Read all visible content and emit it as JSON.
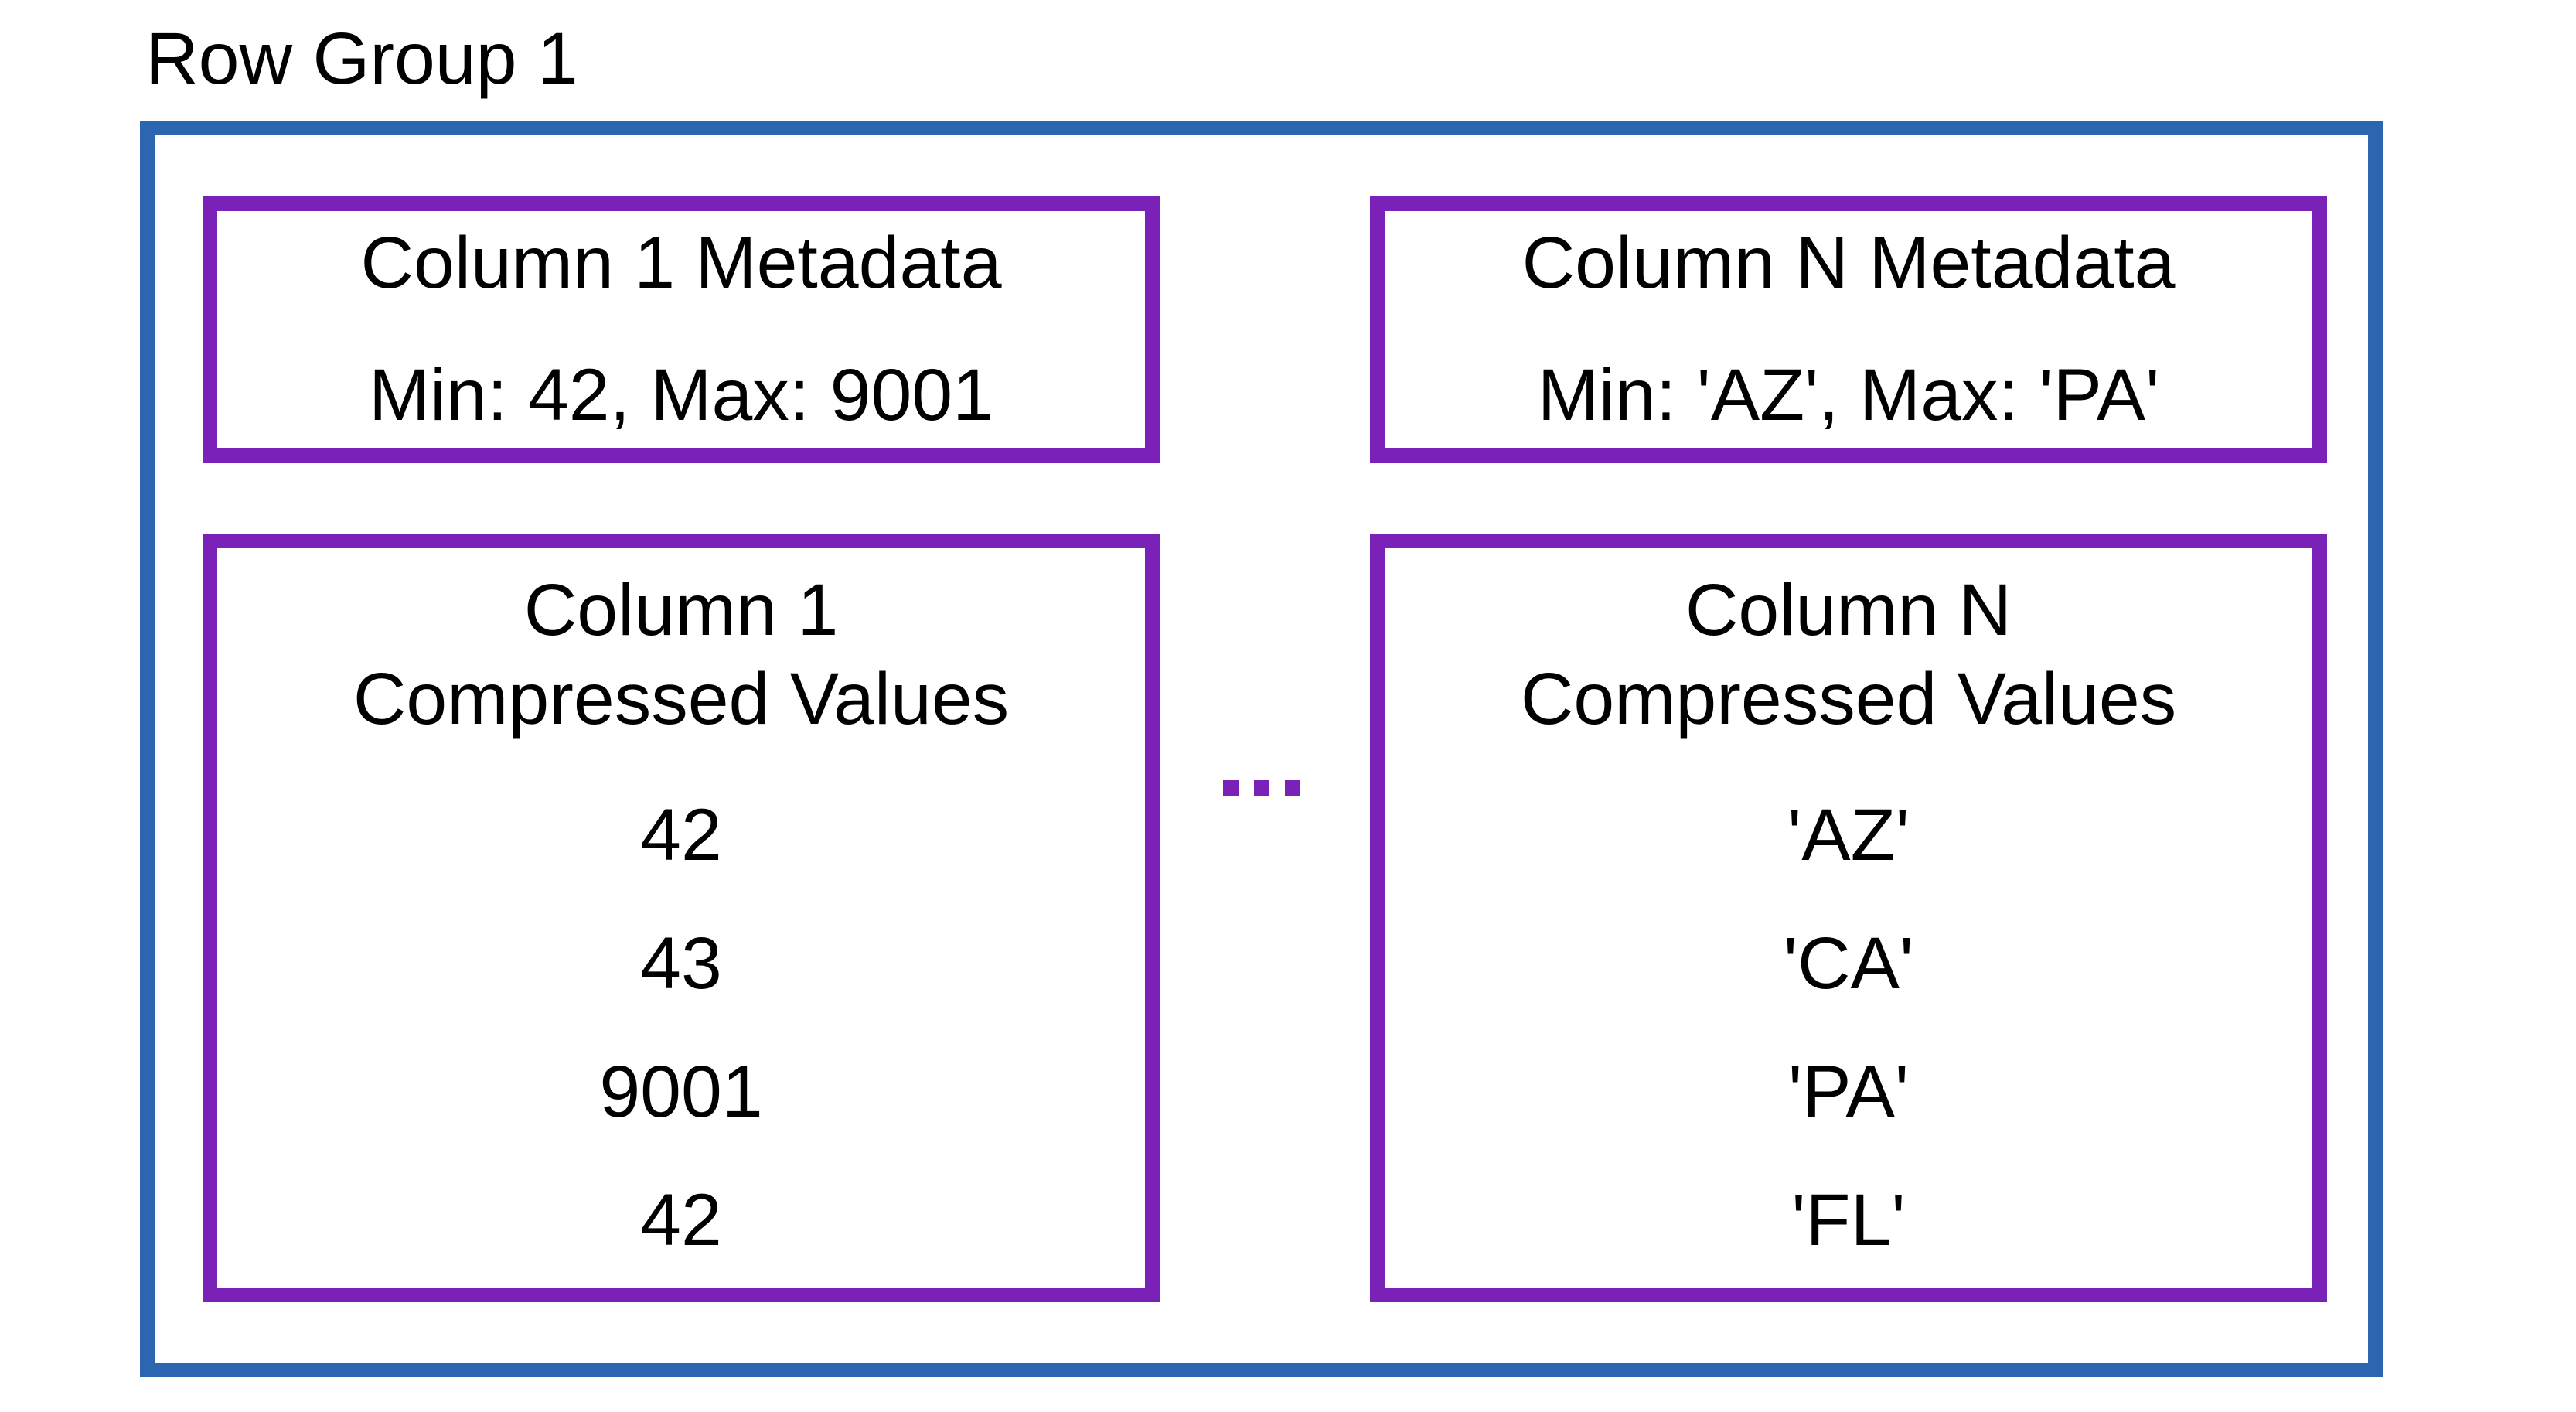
{
  "diagram": {
    "title": "Row Group 1",
    "ellipsis": "...",
    "colors": {
      "row_group_border": "#2C66B1",
      "column_box_border": "#7A22B8",
      "text": "#000000",
      "background": "#FFFFFF"
    },
    "columns": [
      {
        "metadata": {
          "title": "Column 1 Metadata",
          "stats": "Min: 42, Max: 9001"
        },
        "compressed": {
          "title_line1": "Column 1",
          "title_line2": "Compressed Values",
          "values": [
            "42",
            "43",
            "9001",
            "42"
          ]
        }
      },
      {
        "metadata": {
          "title": "Column N Metadata",
          "stats": "Min: 'AZ', Max: 'PA'"
        },
        "compressed": {
          "title_line1": "Column N",
          "title_line2": "Compressed Values",
          "values": [
            "'AZ'",
            "'CA'",
            "'PA'",
            "'FL'"
          ]
        }
      }
    ]
  }
}
